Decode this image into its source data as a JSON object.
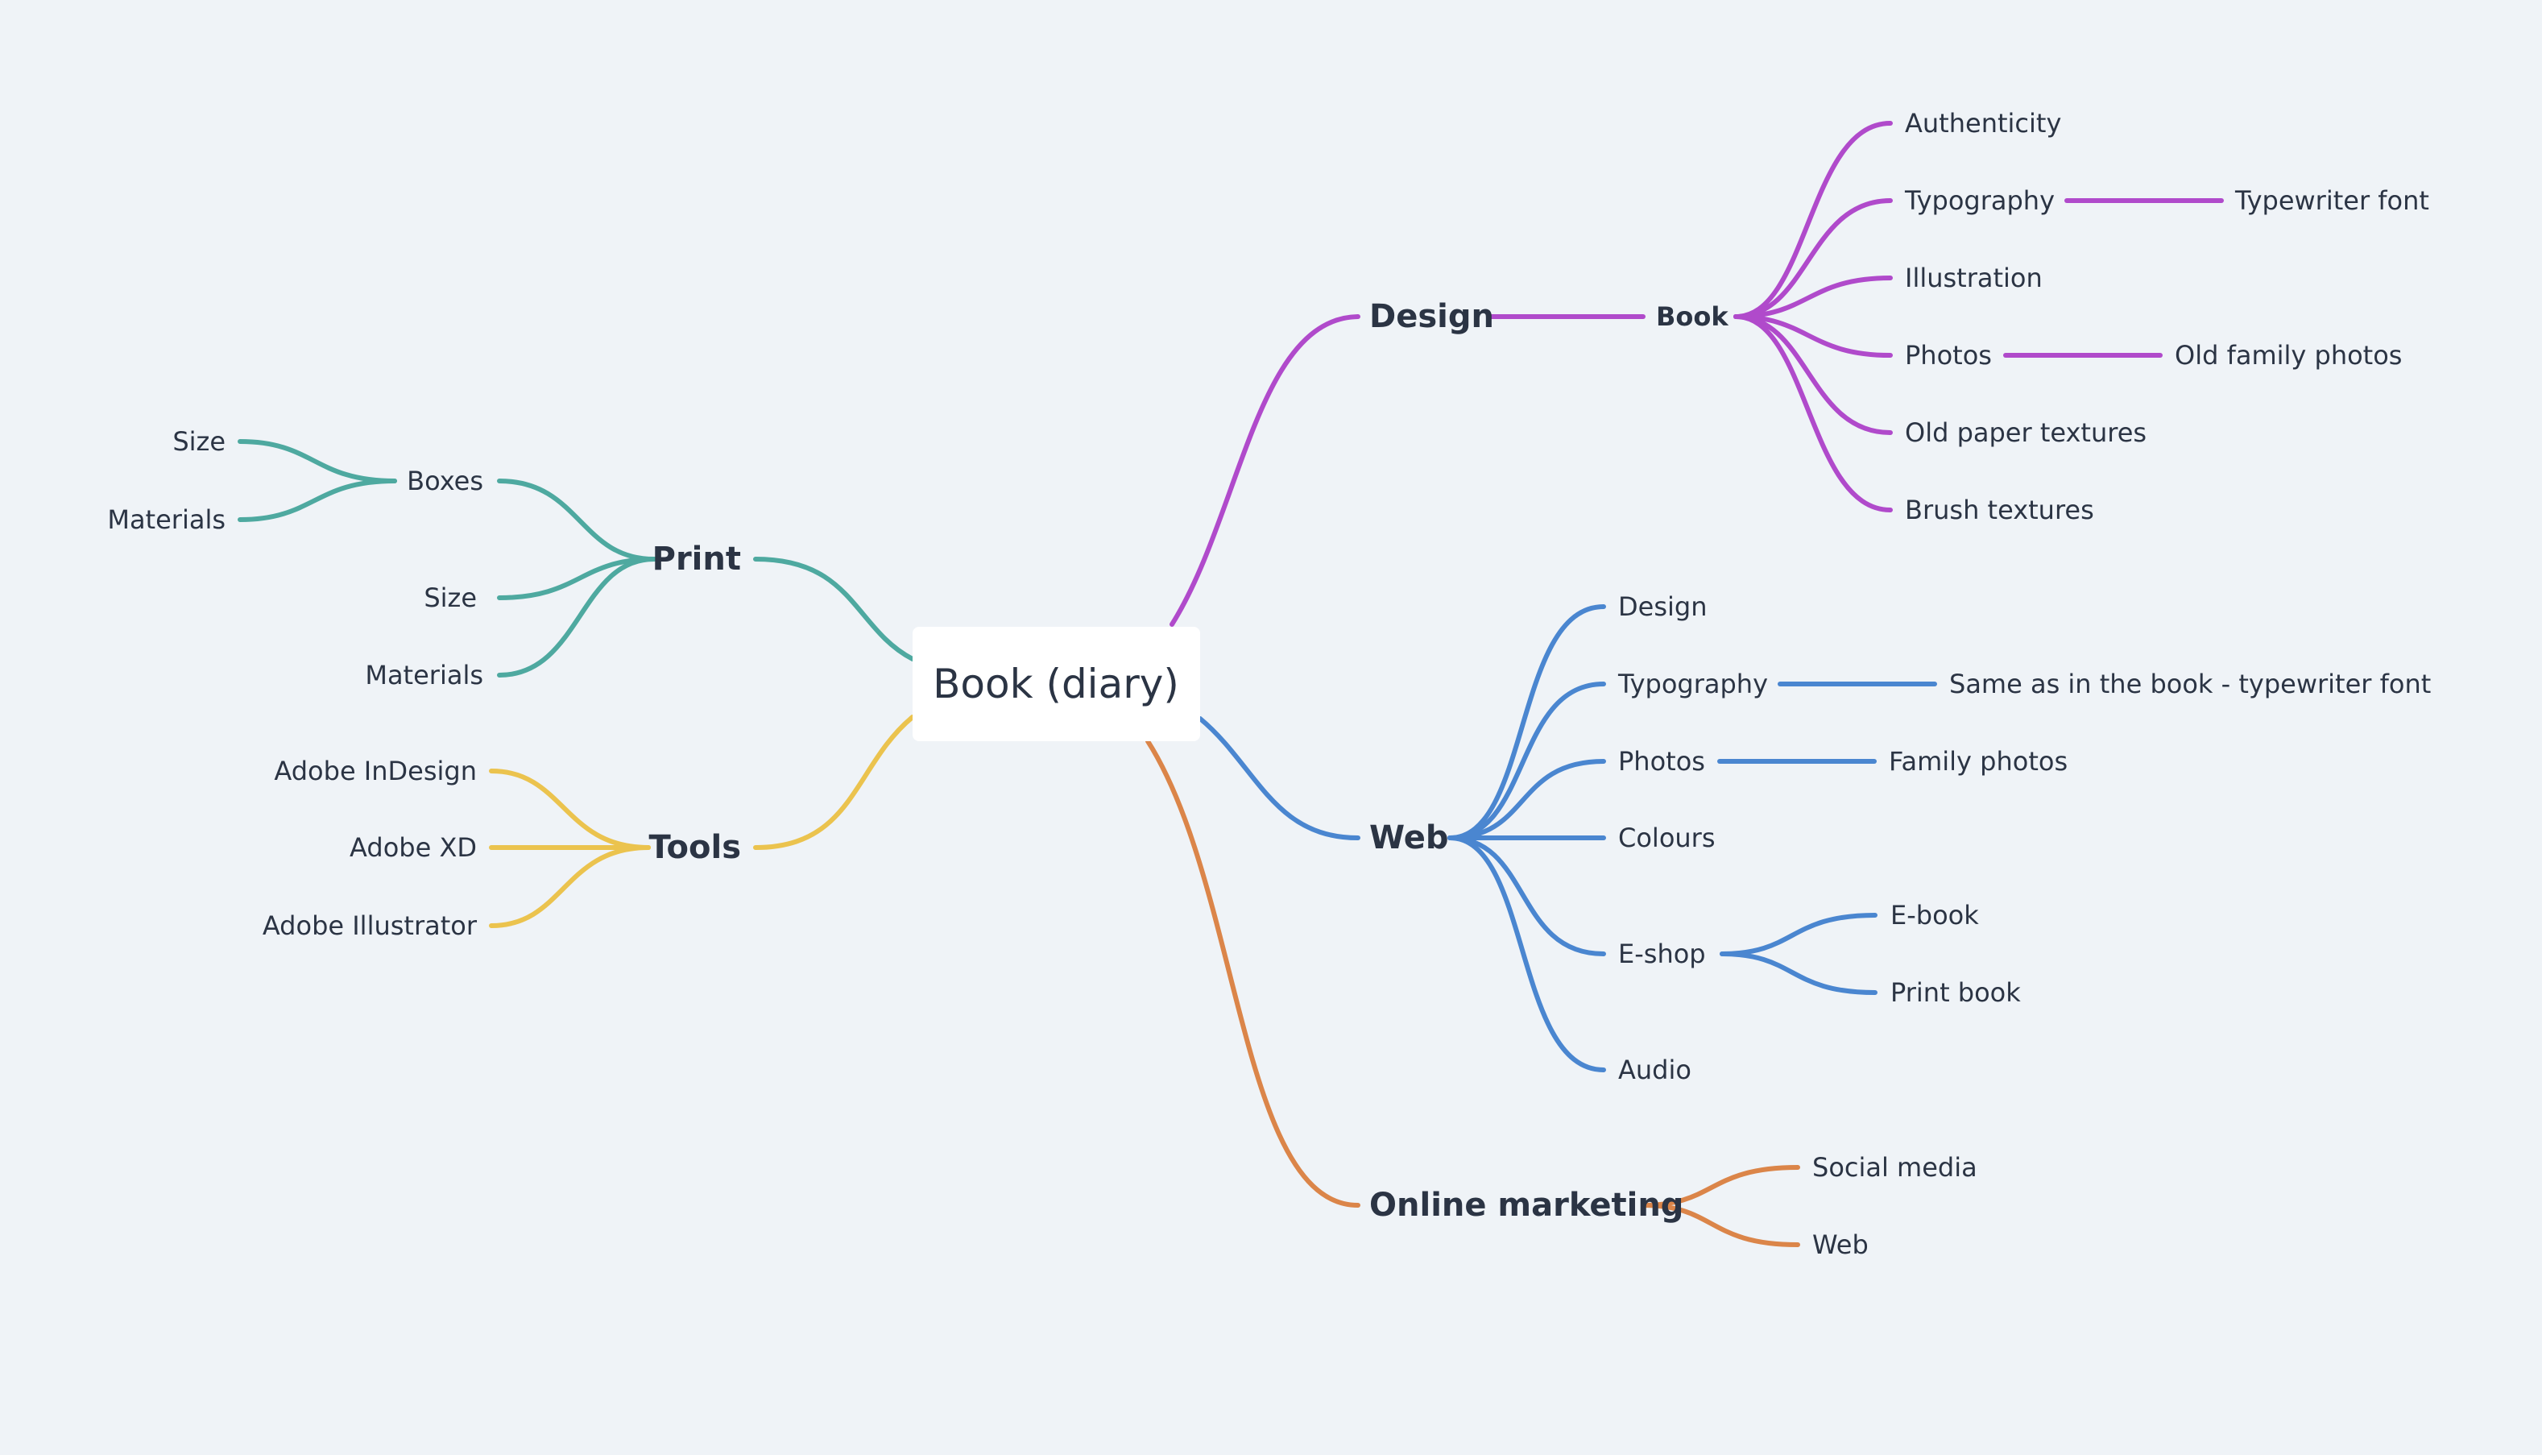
{
  "root": "Book (diary)",
  "colors": {
    "background": "#eff3f7",
    "text": "#2b3444",
    "design": "#b04acb",
    "web": "#4a86d0",
    "online_marketing": "#db8549",
    "print": "#4ea9a0",
    "tools": "#ebc34e"
  },
  "design": {
    "label": "Design",
    "book": {
      "label": "Book",
      "children": [
        "Authenticity",
        "Typography",
        "Illustration",
        "Photos",
        "Old paper textures",
        "Brush textures"
      ],
      "typography_detail": "Typewriter font",
      "photos_detail": "Old family photos"
    }
  },
  "web": {
    "label": "Web",
    "children": [
      "Design",
      "Typography",
      "Photos",
      "Colours",
      "E-shop",
      "Audio"
    ],
    "typography_detail": "Same as in the book - typewriter font",
    "photos_detail": "Family photos",
    "eshop_children": [
      "E-book",
      "Print book"
    ]
  },
  "online_marketing": {
    "label": "Online marketing",
    "children": [
      "Social media",
      "Web"
    ]
  },
  "print": {
    "label": "Print",
    "boxes": {
      "label": "Boxes",
      "children": [
        "Size",
        "Materials"
      ]
    },
    "children": [
      "Size",
      "Materials"
    ]
  },
  "tools": {
    "label": "Tools",
    "children": [
      "Adobe InDesign",
      "Adobe XD",
      "Adobe Illustrator"
    ]
  }
}
